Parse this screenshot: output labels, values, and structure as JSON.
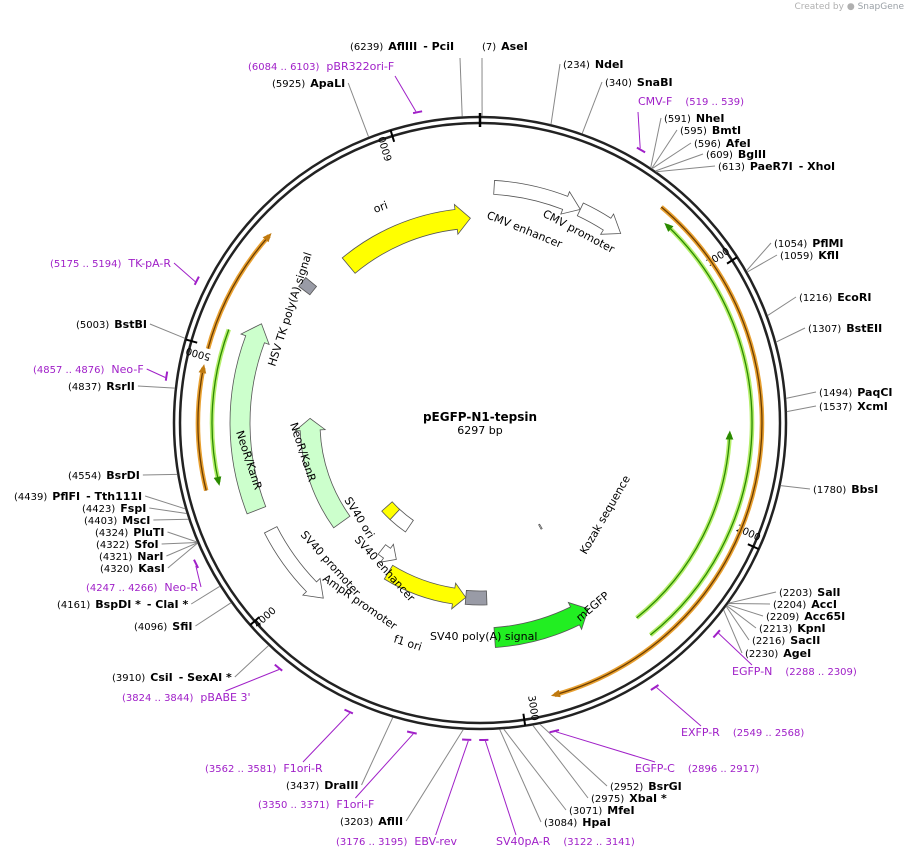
{
  "credit": {
    "prefix": "Created by",
    "brand": "SnapGene"
  },
  "plasmid": {
    "name": "pEGFP-N1-tepsin",
    "length_label": "6297 bp",
    "length": 6297
  },
  "ticks": [
    {
      "pos": 1000,
      "label": "1000"
    },
    {
      "pos": 2000,
      "label": "2000"
    },
    {
      "pos": 3000,
      "label": "3000"
    },
    {
      "pos": 4000,
      "label": "4000"
    },
    {
      "pos": 5000,
      "label": "5000"
    },
    {
      "pos": 6000,
      "label": "6000"
    }
  ],
  "sites": [
    {
      "name": "AflIII",
      "extra": "- PciI",
      "pos_label": "(6239)",
      "pos": 6239
    },
    {
      "name": "AseI",
      "extra": "",
      "pos_label": "(7)",
      "pos": 7
    },
    {
      "name": "NdeI",
      "extra": "",
      "pos_label": "(234)",
      "pos": 234
    },
    {
      "name": "SnaBI",
      "extra": "",
      "pos_label": "(340)",
      "pos": 340
    },
    {
      "name": "NheI",
      "extra": "",
      "pos_label": "(591)",
      "pos": 591
    },
    {
      "name": "BmtI",
      "extra": "",
      "pos_label": "(595)",
      "pos": 595
    },
    {
      "name": "AfeI",
      "extra": "",
      "pos_label": "(596)",
      "pos": 596
    },
    {
      "name": "BglII",
      "extra": "",
      "pos_label": "(609)",
      "pos": 609
    },
    {
      "name": "PaeR7I",
      "extra": "- XhoI",
      "pos_label": "(613)",
      "pos": 613
    },
    {
      "name": "PflMI",
      "extra": "",
      "pos_label": "(1054)",
      "pos": 1054
    },
    {
      "name": "KflI",
      "extra": "",
      "pos_label": "(1059)",
      "pos": 1059
    },
    {
      "name": "EcoRI",
      "extra": "",
      "pos_label": "(1216)",
      "pos": 1216
    },
    {
      "name": "BstEII",
      "extra": "",
      "pos_label": "(1307)",
      "pos": 1307
    },
    {
      "name": "PaqCI",
      "extra": "",
      "pos_label": "(1494)",
      "pos": 1494
    },
    {
      "name": "XcmI",
      "extra": "",
      "pos_label": "(1537)",
      "pos": 1537
    },
    {
      "name": "BbsI",
      "extra": "",
      "pos_label": "(1780)",
      "pos": 1780
    },
    {
      "name": "SalI",
      "extra": "",
      "pos_label": "(2203)",
      "pos": 2203
    },
    {
      "name": "AccI",
      "extra": "",
      "pos_label": "(2204)",
      "pos": 2204
    },
    {
      "name": "Acc65I",
      "extra": "",
      "pos_label": "(2209)",
      "pos": 2209
    },
    {
      "name": "KpnI",
      "extra": "",
      "pos_label": "(2213)",
      "pos": 2213
    },
    {
      "name": "SacII",
      "extra": "",
      "pos_label": "(2216)",
      "pos": 2216
    },
    {
      "name": "AgeI",
      "extra": "",
      "pos_label": "(2230)",
      "pos": 2230
    },
    {
      "name": "BsrGI",
      "extra": "",
      "pos_label": "(2952)",
      "pos": 2952
    },
    {
      "name": "XbaI *",
      "extra": "",
      "pos_label": "(2975)",
      "pos": 2975
    },
    {
      "name": "MfeI",
      "extra": "",
      "pos_label": "(3071)",
      "pos": 3071
    },
    {
      "name": "HpaI",
      "extra": "",
      "pos_label": "(3084)",
      "pos": 3084
    },
    {
      "name": "AflII",
      "extra": "",
      "pos_label": "(3203)",
      "pos": 3203
    },
    {
      "name": "DraIII",
      "extra": "",
      "pos_label": "(3437)",
      "pos": 3437
    },
    {
      "name": "CsiI",
      "extra": "- SexAI *",
      "pos_label": "(3910)",
      "pos": 3910
    },
    {
      "name": "SfiI",
      "extra": "",
      "pos_label": "(4096)",
      "pos": 4096
    },
    {
      "name": "BspDI *",
      "extra": "- ClaI *",
      "pos_label": "(4161)",
      "pos": 4161
    },
    {
      "name": "KasI",
      "extra": "",
      "pos_label": "(4320)",
      "pos": 4320
    },
    {
      "name": "NarI",
      "extra": "",
      "pos_label": "(4321)",
      "pos": 4321
    },
    {
      "name": "SfoI",
      "extra": "",
      "pos_label": "(4322)",
      "pos": 4322
    },
    {
      "name": "PluTI",
      "extra": "",
      "pos_label": "(4324)",
      "pos": 4324
    },
    {
      "name": "MscI",
      "extra": "",
      "pos_label": "(4403)",
      "pos": 4403
    },
    {
      "name": "FspI",
      "extra": "",
      "pos_label": "(4423)",
      "pos": 4423
    },
    {
      "name": "PflFI",
      "extra": "- Tth111I",
      "pos_label": "(4439)",
      "pos": 4439
    },
    {
      "name": "BsrDI",
      "extra": "",
      "pos_label": "(4554)",
      "pos": 4554
    },
    {
      "name": "RsrII",
      "extra": "",
      "pos_label": "(4837)",
      "pos": 4837
    },
    {
      "name": "BstBI",
      "extra": "",
      "pos_label": "(5003)",
      "pos": 5003
    },
    {
      "name": "ApaLI",
      "extra": "",
      "pos_label": "(5925)",
      "pos": 5925
    }
  ],
  "primers": [
    {
      "name": "pBR322ori-F",
      "range": "(6084 .. 6103)",
      "start": 6084,
      "end": 6103
    },
    {
      "name": "CMV-F",
      "range": "(519 .. 539)",
      "start": 519,
      "end": 539
    },
    {
      "name": "EGFP-N",
      "range": "(2288 .. 2309)",
      "start": 2288,
      "end": 2309
    },
    {
      "name": "EXFP-R",
      "range": "(2549 .. 2568)",
      "start": 2549,
      "end": 2568
    },
    {
      "name": "EGFP-C",
      "range": "(2896 .. 2917)",
      "start": 2896,
      "end": 2917
    },
    {
      "name": "SV40pA-R",
      "range": "(3122 .. 3141)",
      "start": 3122,
      "end": 3141
    },
    {
      "name": "EBV-rev",
      "range": "(3176 .. 3195)",
      "start": 3176,
      "end": 3195
    },
    {
      "name": "F1ori-F",
      "range": "(3350 .. 3371)",
      "start": 3350,
      "end": 3371
    },
    {
      "name": "F1ori-R",
      "range": "(3562 .. 3581)",
      "start": 3562,
      "end": 3581
    },
    {
      "name": "pBABE 3'",
      "range": "(3824 .. 3844)",
      "start": 3824,
      "end": 3844
    },
    {
      "name": "Neo-R",
      "range": "(4247 .. 4266)",
      "start": 4247,
      "end": 4266
    },
    {
      "name": "Neo-F",
      "range": "(4857 .. 4876)",
      "start": 4857,
      "end": 4876
    },
    {
      "name": "TK-pA-R",
      "range": "(5175 .. 5194)",
      "start": 5175,
      "end": 5194
    }
  ],
  "features": [
    {
      "name": "CMV enhancer",
      "color": "#ffffff"
    },
    {
      "name": "CMV promoter",
      "color": "#ffffff"
    },
    {
      "name": "Kozak sequence",
      "color": "#ffffff"
    },
    {
      "name": "mEGFP",
      "color": "#22ee22"
    },
    {
      "name": "SV40 poly(A) signal",
      "color": "#999ba6"
    },
    {
      "name": "f1 ori",
      "color": "#ffff00"
    },
    {
      "name": "AmpR promoter",
      "color": "#ffffff"
    },
    {
      "name": "SV40 promoter",
      "color": "#ffffff"
    },
    {
      "name": "SV40 enhancer",
      "color": "#ffffff"
    },
    {
      "name": "SV40 ori",
      "color": "#ffff00"
    },
    {
      "name": "NeoR/KanR",
      "color": "#ccffcc"
    },
    {
      "name": "HSV TK poly(A) signal",
      "color": "#999ba6"
    },
    {
      "name": "ori",
      "color": "#ffff00"
    }
  ],
  "colors": {
    "primer": "#a020c8",
    "orange": "#e8a030",
    "green_line": "#2a8a00"
  }
}
